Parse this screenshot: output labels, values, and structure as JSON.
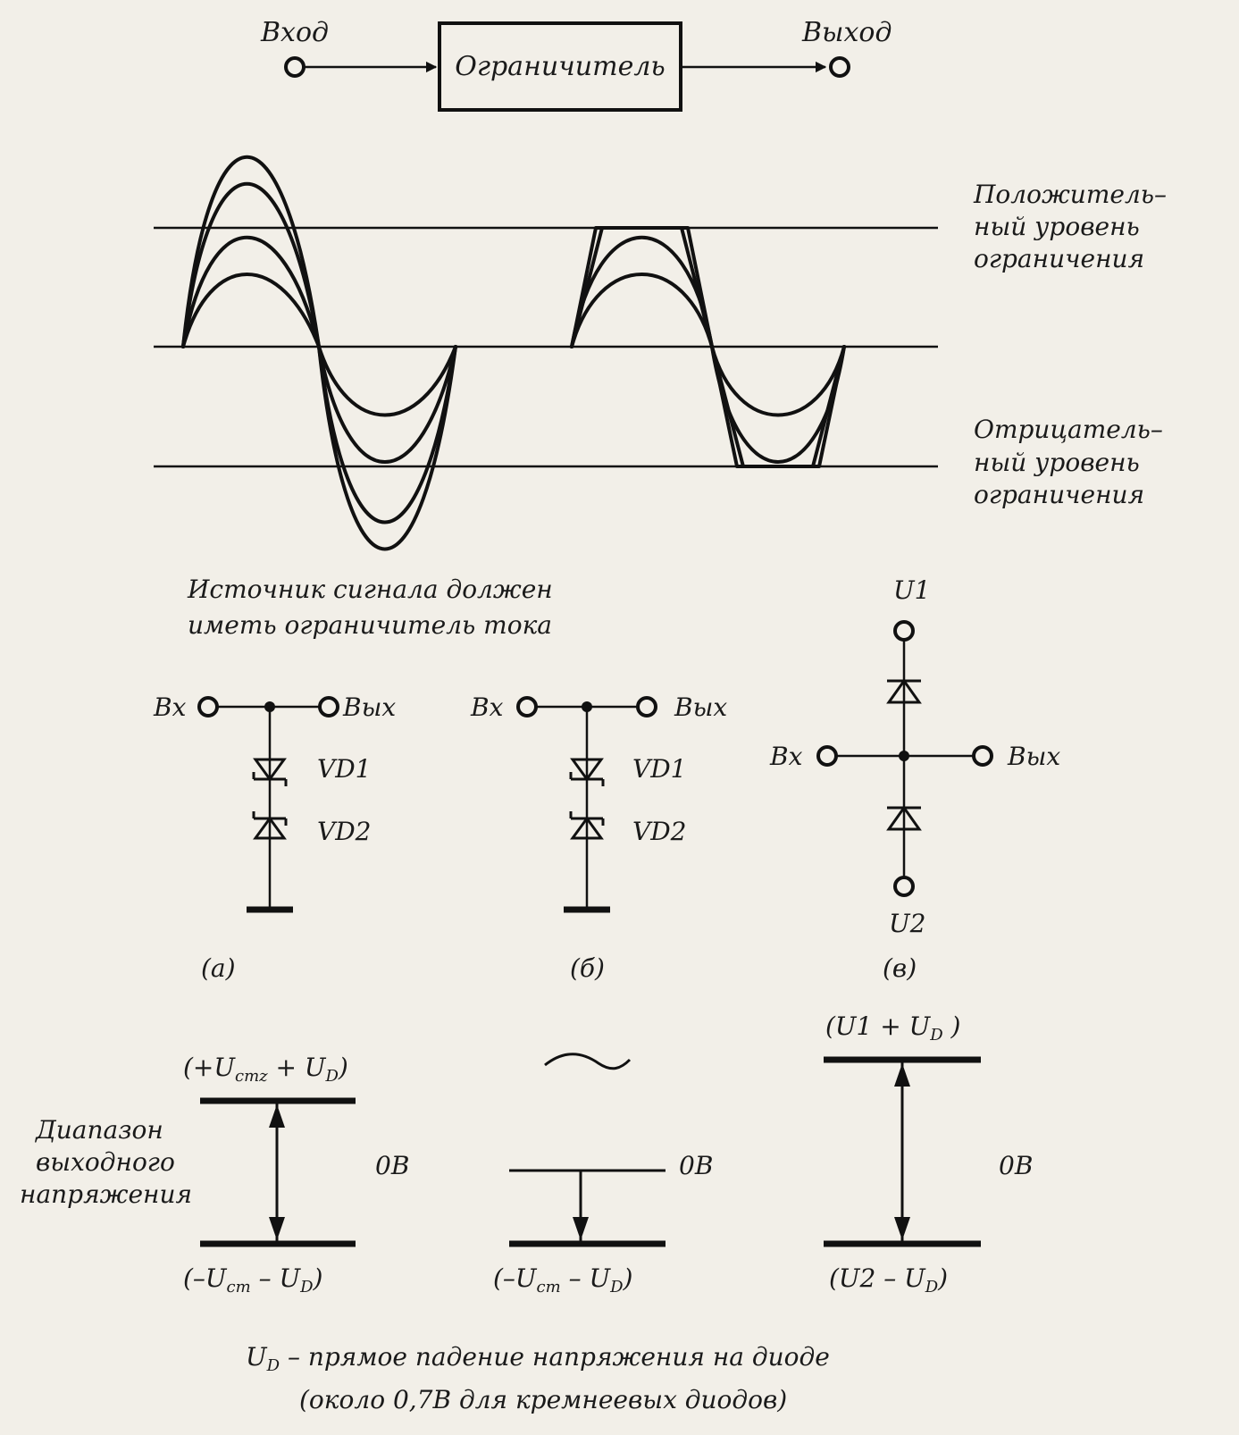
{
  "block": {
    "input_label": "Вход",
    "output_label": "Выход",
    "limiter_label": "Ограничитель"
  },
  "levels": {
    "positive": [
      "Положитель–",
      "ный уровень",
      "ограничения"
    ],
    "negative": [
      "Отрицатель–",
      "ный уровень",
      "ограничения"
    ]
  },
  "source_note": [
    "Источник сигнала должен",
    "иметь ограничитель тока"
  ],
  "circuits": {
    "in_label": "Вх",
    "out_label": "Вых",
    "vd1": "VD1",
    "vd2": "VD2",
    "u1": "U1",
    "u2": "U2",
    "caption_a": "(а)",
    "caption_b": "(б)",
    "caption_c": "(в)"
  },
  "ranges": {
    "range_label": [
      "Диапазон",
      "выходного",
      "напряжения"
    ],
    "zero_label": "0В",
    "a_top": {
      "lead": "(+U",
      "sub1": "стz",
      "mid": " +  U",
      "sub2": "D",
      "tail": ")"
    },
    "a_bottom": {
      "lead": "(–U",
      "sub1": "ст",
      "mid": " –  U",
      "sub2": "D",
      "tail": ")"
    },
    "b_bottom": {
      "lead": "(–U",
      "sub1": "ст",
      "mid": " –  U",
      "sub2": "D",
      "tail": ")"
    },
    "c_top": {
      "lead": "(U1  +   U",
      "sub2": "D",
      "tail": " )"
    },
    "c_bottom": {
      "lead": "(U2  –  U",
      "sub2": "D",
      "tail": ")"
    }
  },
  "footnote": {
    "line1_var": "U",
    "line1_sub": "D",
    "line1_rest": " – прямое падение напряжения на диоде",
    "line2": "(около 0,7В для кремнеевых диодов)"
  }
}
